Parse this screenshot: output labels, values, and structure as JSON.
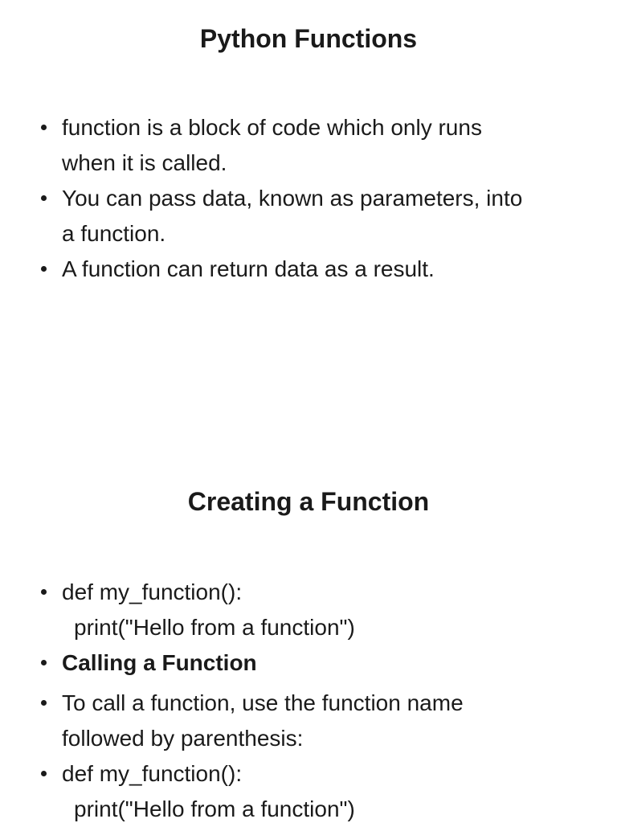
{
  "document": {
    "background_color": "#ffffff",
    "text_color": "#1a1a1a",
    "bullet_char": "•"
  },
  "slide1": {
    "title": "Python Functions",
    "bullets": [
      {
        "lines": [
          "function is a block of code which only runs",
          "when it is called."
        ]
      },
      {
        "lines": [
          "You can pass data, known as parameters, into",
          "a function."
        ]
      },
      {
        "lines": [
          "A function can return data as a result."
        ]
      }
    ]
  },
  "slide2": {
    "title": "Creating a Function",
    "bullets": [
      {
        "style": "code",
        "lines": [
          "def my_function():",
          "print(\"Hello from a function\")"
        ]
      },
      {
        "style": "bold",
        "lines": [
          "Calling a Function"
        ]
      },
      {
        "style": "normal",
        "lines": [
          "To call a function, use the function name",
          "followed by parenthesis:"
        ]
      },
      {
        "style": "code",
        "lines": [
          "def my_function():",
          "print(\"Hello from a function\")"
        ]
      }
    ]
  }
}
